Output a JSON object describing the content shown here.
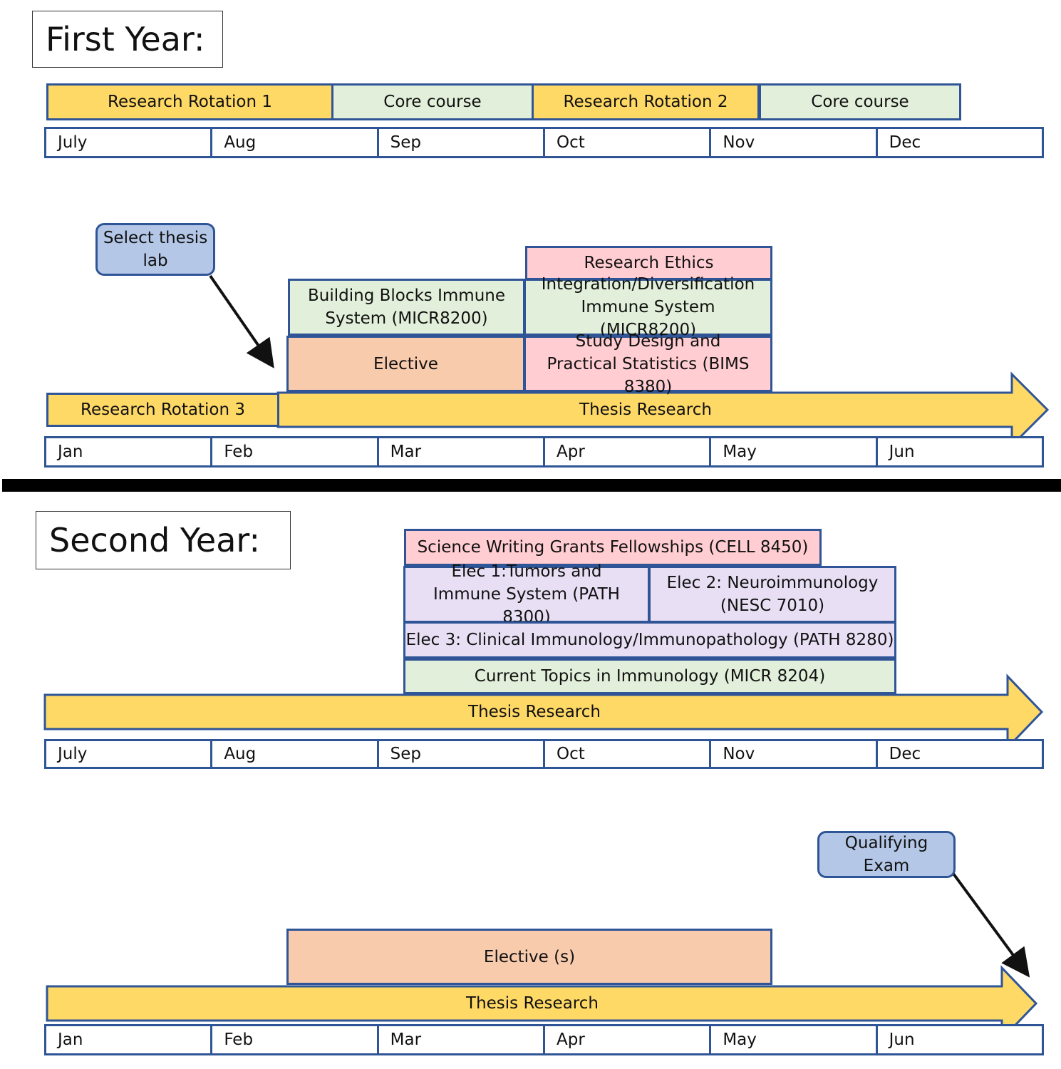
{
  "first_year": {
    "title": "First Year:",
    "fall": {
      "blocks": [
        "Research Rotation 1",
        "Core course",
        "Research Rotation 2",
        "Core course"
      ],
      "months": [
        "July",
        "Aug",
        "Sep",
        "Oct",
        "Nov",
        "Dec"
      ]
    },
    "spring": {
      "callout": "Select thesis lab",
      "research_ethics": "Research Ethics",
      "building_blocks": "Building Blocks Immune System (MICR8200)",
      "integration": "Integration/Diversification Immune System (MICR8200)",
      "elective": "Elective",
      "study_design": "Study Design and Practical Statistics (BIMS 8380)",
      "rotation3": "Research Rotation 3",
      "thesis": "Thesis Research",
      "months": [
        "Jan",
        "Feb",
        "Mar",
        "Apr",
        "May",
        "Jun"
      ]
    }
  },
  "second_year": {
    "title": "Second Year:",
    "fall": {
      "science_writing": "Science Writing Grants Fellowships (CELL 8450)",
      "elec1": "Elec 1:Tumors and Immune System (PATH 8300)",
      "elec2": "Elec 2: Neuroimmunology (NESC 7010)",
      "elec3": "Elec 3: Clinical Immunology/Immunopathology (PATH 8280)",
      "current_topics": "Current Topics in Immunology (MICR 8204)",
      "thesis": "Thesis Research",
      "months": [
        "July",
        "Aug",
        "Sep",
        "Oct",
        "Nov",
        "Dec"
      ]
    },
    "spring": {
      "callout": "Qualifying Exam",
      "elective": "Elective (s)",
      "thesis": "Thesis Research",
      "months": [
        "Jan",
        "Feb",
        "Mar",
        "Apr",
        "May",
        "Jun"
      ]
    }
  },
  "colors": {
    "border": "#2f5597",
    "yellow": "#ffd966",
    "green": "#e2efda",
    "pink": "#ffcdd2",
    "orange": "#f8cbad",
    "lavender": "#e8dff5",
    "callout": "#b4c7e7"
  }
}
